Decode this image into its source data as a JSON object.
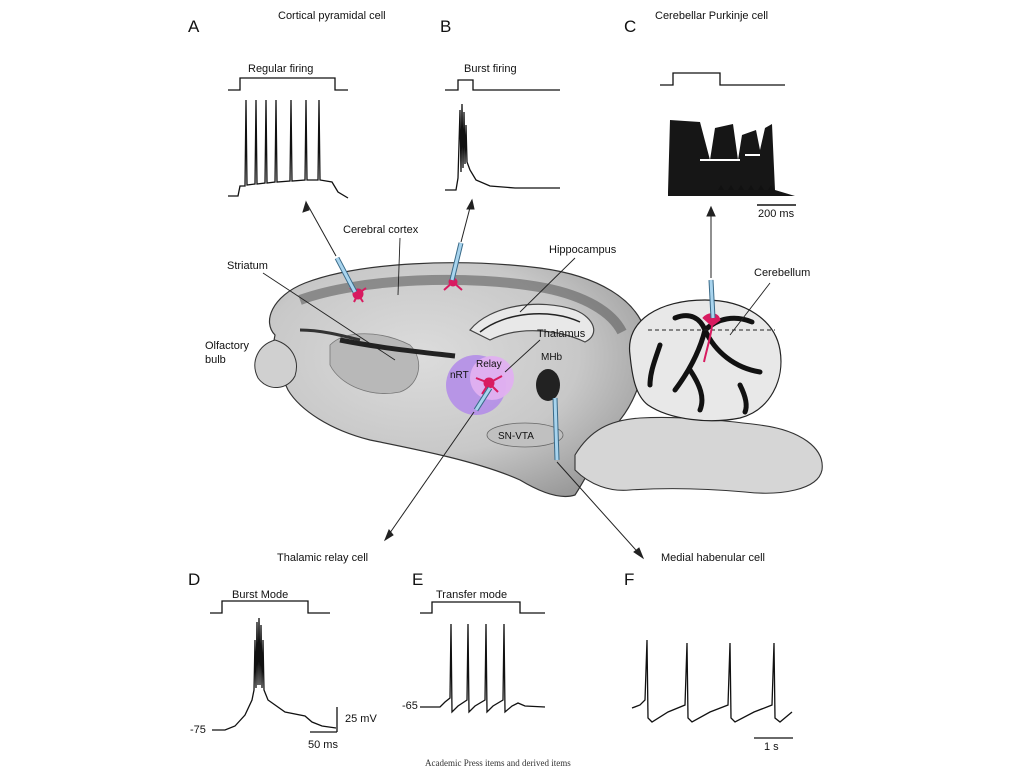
{
  "panels": {
    "A": {
      "letter": "A",
      "stim_label": "Regular firing"
    },
    "B": {
      "letter": "B",
      "stim_label": "Burst firing"
    },
    "C": {
      "letter": "C",
      "scale_label": "200 ms"
    },
    "D": {
      "letter": "D",
      "stim_label": "Burst Mode",
      "resting": "-75",
      "scale_v": "25 mV",
      "scale_t": "50 ms"
    },
    "E": {
      "letter": "E",
      "stim_label": "Transfer mode",
      "resting": "-65"
    },
    "F": {
      "letter": "F",
      "scale_t": "1 s"
    }
  },
  "captions": {
    "cortical": "Cortical pyramidal cell",
    "purkinje": "Cerebellar Purkinje cell",
    "thalamic": "Thalamic relay cell",
    "habenular": "Medial habenular cell"
  },
  "regions": {
    "cerebral_cortex": "Cerebral cortex",
    "striatum": "Striatum",
    "hippocampus": "Hippocampus",
    "cerebellum": "Cerebellum",
    "olfactory_bulb_1": "Olfactory",
    "olfactory_bulb_2": "bulb",
    "thalamus": "Thalamus",
    "relay": "Relay",
    "nrt": "nRT",
    "mhb": "MHb",
    "sn_vta": "SN-VTA"
  },
  "footer": "Academic Press items and derived items",
  "colors": {
    "neuron": "#d81b60",
    "nucleus_outer": "#b48ee8",
    "nucleus_inner": "#e0b0f0",
    "electrode": "#a8d4ee"
  }
}
